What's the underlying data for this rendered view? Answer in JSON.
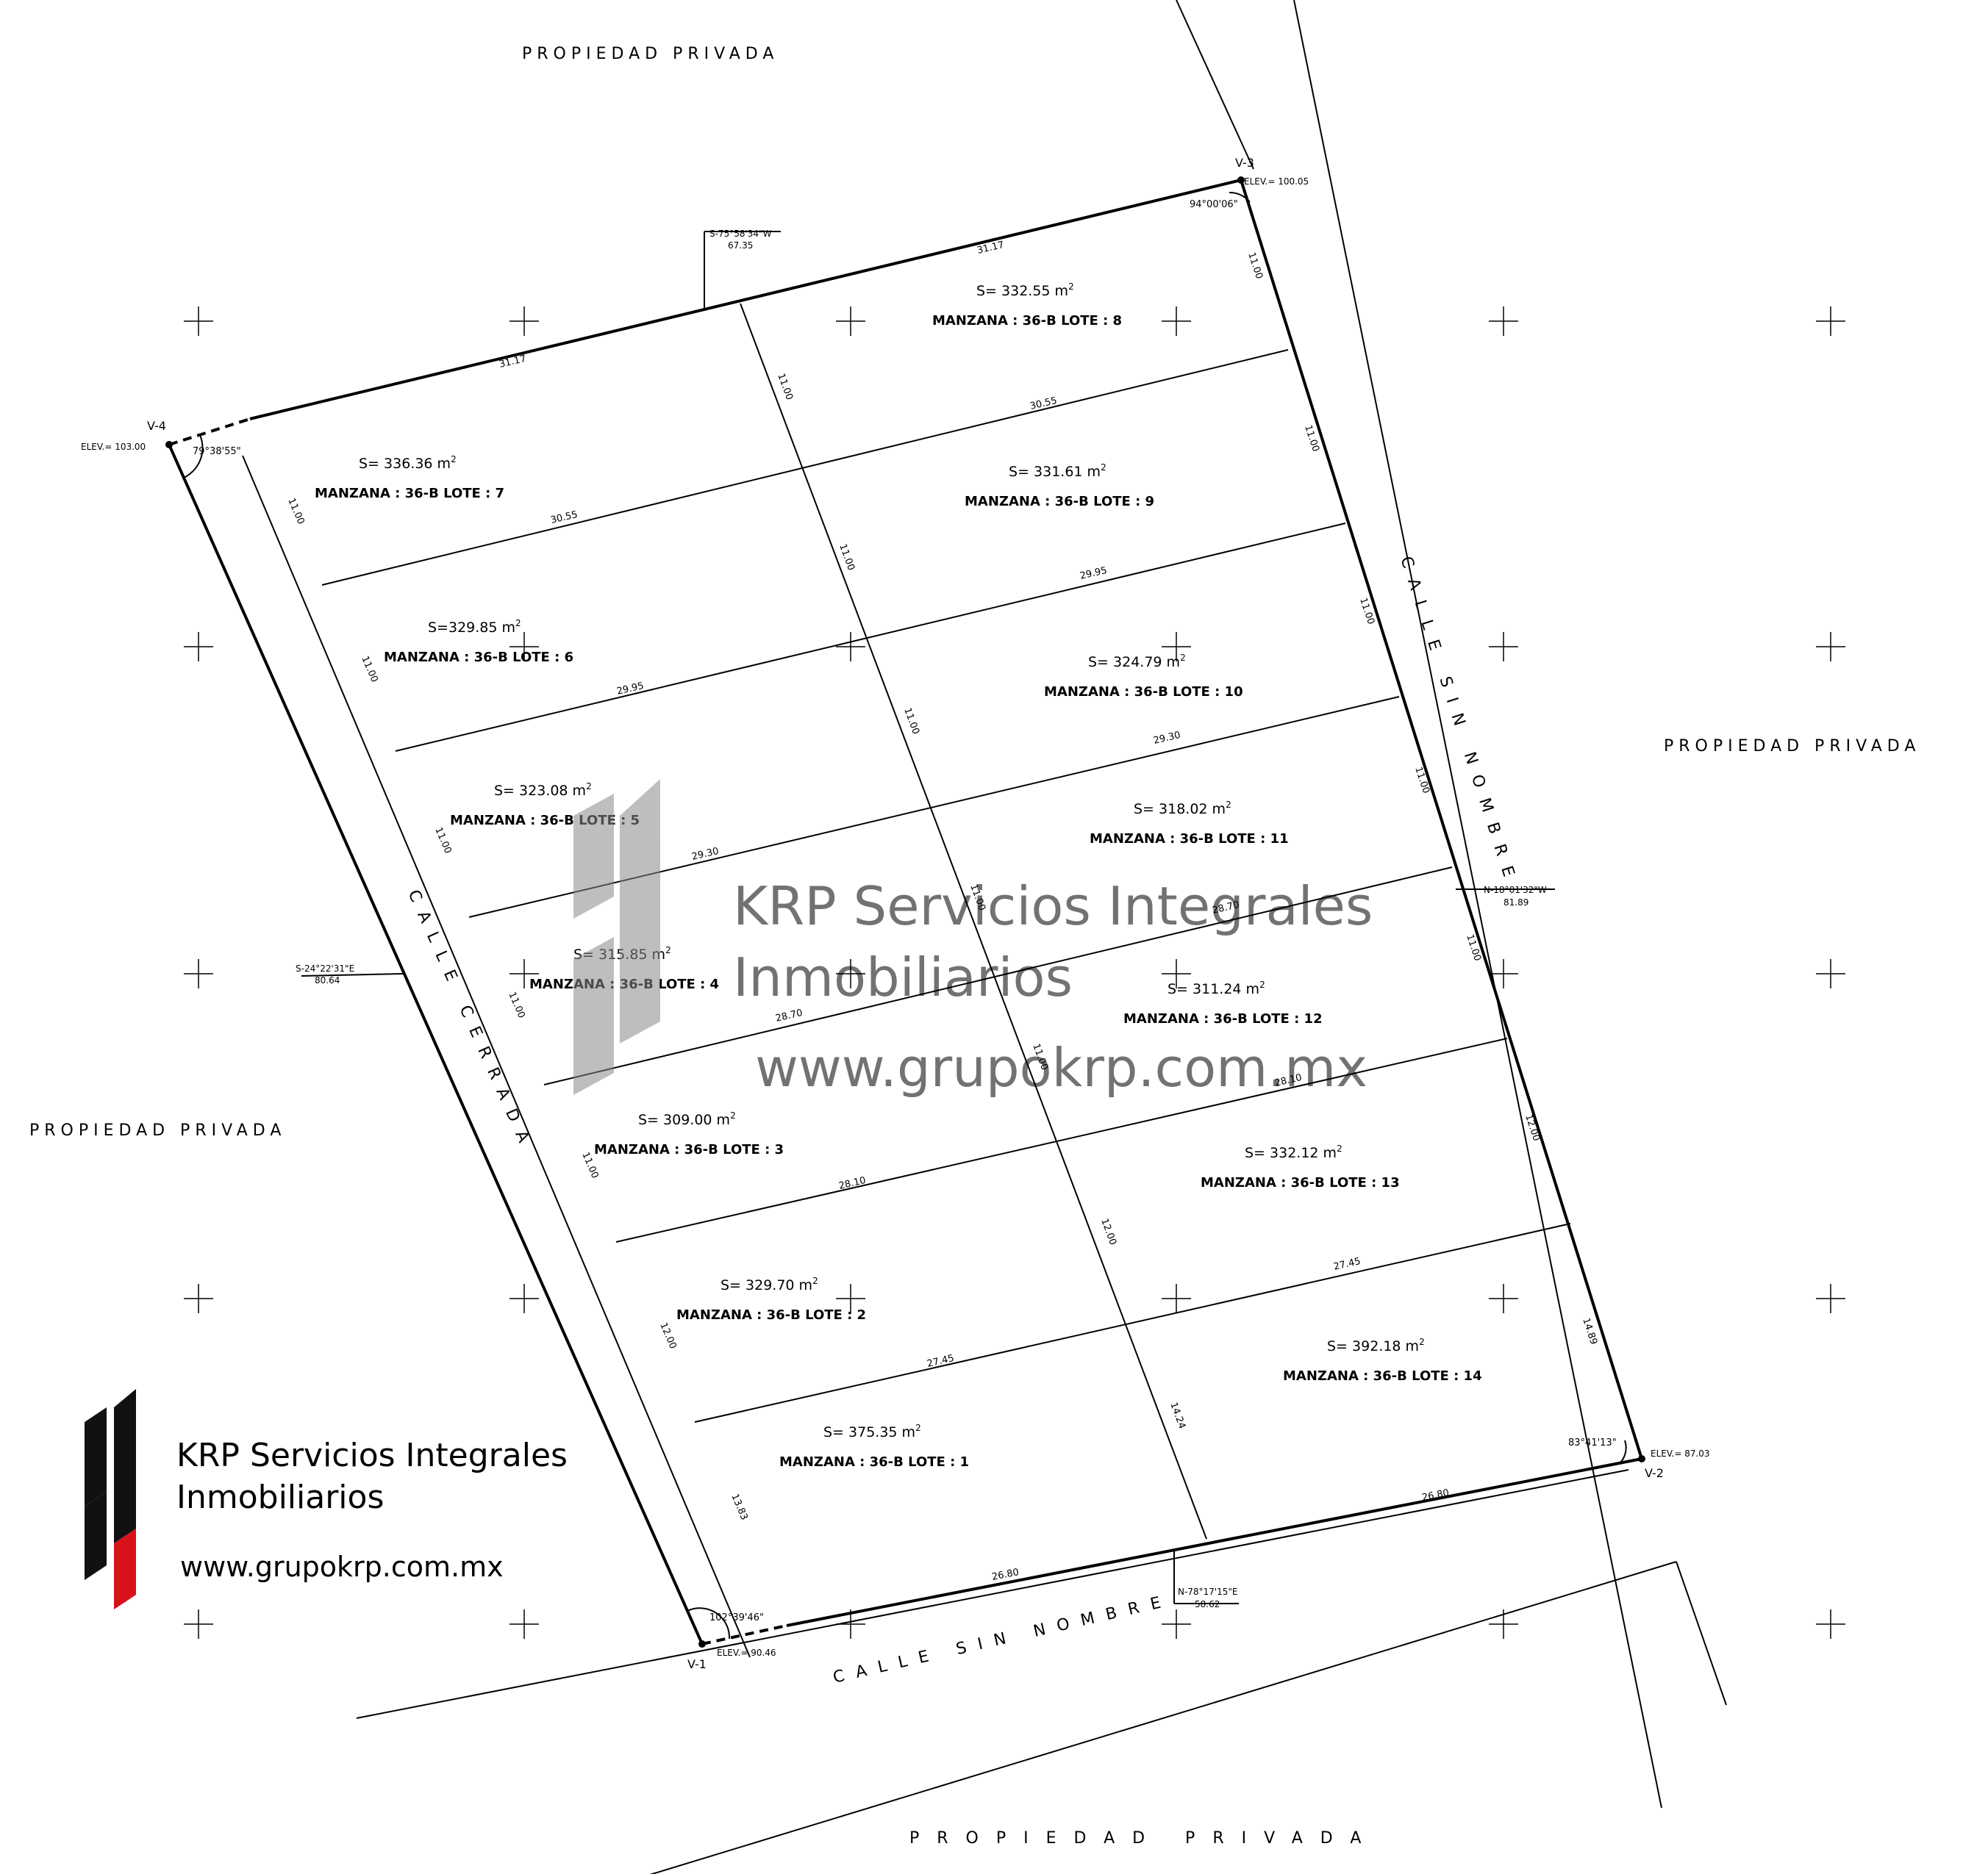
{
  "colors": {
    "line": "#000000",
    "watermark": "#8f8f8f",
    "logo_dark": "#111111",
    "logo_red": "#d8121b"
  },
  "labels": {
    "propiedad_top": "PROPIEDAD PRIVADA",
    "propiedad_left": "PROPIEDAD PRIVADA",
    "propiedad_right": "PROPIEDAD PRIVADA",
    "propiedad_bottom": "PROPIEDAD PRIVADA",
    "calle_cerrada": "CALLE CERRADA",
    "calle_sin_nombre_east": "CALLE SIN NOMBRE",
    "calle_sin_nombre_south": "CALLE SIN NOMBRE"
  },
  "vertices": {
    "v1": {
      "name": "V-1",
      "elev": "ELEV.= 90.46",
      "angle": "102°39'46\""
    },
    "v2": {
      "name": "V-2",
      "elev": "ELEV.= 87.03",
      "angle": "83°41'13\""
    },
    "v3": {
      "name": "V-3",
      "elev": "ELEV.= 100.05",
      "angle": "94°00'06\""
    },
    "v4": {
      "name": "V-4",
      "elev": "ELEV.= 103.00",
      "angle": "79°38'55\""
    }
  },
  "bearings": {
    "north": {
      "bearing": "S-75°58'34\"W",
      "dist": "67.35"
    },
    "west": {
      "bearing": "S-24°22'31\"E",
      "dist": "80.64"
    },
    "east": {
      "bearing": "N-18°01'32\"W",
      "dist": "81.89"
    },
    "south": {
      "bearing": "N-78°17'15\"E",
      "dist": "58.62"
    }
  },
  "lots": [
    {
      "area": "S= 375.35 m",
      "label": "MANZANA : 36-B  LOTE : 1"
    },
    {
      "area": "S= 329.70 m",
      "label": "MANZANA : 36-B  LOTE : 2"
    },
    {
      "area": "S= 309.00 m",
      "label": "MANZANA : 36-B  LOTE : 3"
    },
    {
      "area": "S= 315.85 m",
      "label": "MANZANA : 36-B  LOTE : 4"
    },
    {
      "area": "S= 323.08 m",
      "label": "MANZANA : 36-B  LOTE : 5"
    },
    {
      "area": "S=329.85 m",
      "label": "MANZANA : 36-B  LOTE : 6"
    },
    {
      "area": "S= 336.36 m",
      "label": "MANZANA : 36-B  LOTE : 7"
    },
    {
      "area": "S= 332.55 m",
      "label": "MANZANA : 36-B  LOTE : 8"
    },
    {
      "area": "S= 331.61 m",
      "label": "MANZANA : 36-B  LOTE : 9"
    },
    {
      "area": "S= 324.79 m",
      "label": "MANZANA : 36-B  LOTE : 10"
    },
    {
      "area": "S= 318.02 m",
      "label": "MANZANA : 36-B  LOTE : 11"
    },
    {
      "area": "S= 311.24 m",
      "label": "MANZANA : 36-B  LOTE : 12"
    },
    {
      "area": "S= 332.12 m",
      "label": "MANZANA : 36-B  LOTE : 13"
    },
    {
      "area": "S= 392.18 m",
      "label": "MANZANA : 36-B  LOTE : 14"
    }
  ],
  "area_unit_sup": "2",
  "dims": {
    "north_a": "31.17",
    "north_b": "31.17",
    "south_a": "26.80",
    "south_b": "26.80",
    "d_2955_l": "30.55",
    "d_3055_r": "30.55",
    "d_2995_l": "29.95",
    "d_2995_r": "29.95",
    "d_2930_l": "29.30",
    "d_2930_r": "29.30",
    "d_2870_l": "28.70",
    "d_2870_r": "28.70",
    "d_2810_l": "28.10",
    "d_2810_r": "28.10",
    "d_2745_l": "27.45",
    "d_2745_r": "27.45",
    "w_1100_1": "11.00",
    "w_1100_2": "11.00",
    "w_1100_3": "11.00",
    "w_1100_4": "11.00",
    "w_1100_5": "11.00",
    "w_1200": "12.00",
    "w_1383": "13.83",
    "c_1100_1": "11.00",
    "c_1100_2": "11.00",
    "c_1100_3": "11.00",
    "c_1100_4": "11.00",
    "c_1100_5": "11.00",
    "c_1200": "12.00",
    "c_1424": "14.24",
    "e_1100_1": "11.00",
    "e_1100_2": "11.00",
    "e_1100_3": "11.00",
    "e_1100_4": "11.00",
    "e_1100_5": "11.00",
    "e_1200": "12.00",
    "e_1489": "14.89"
  },
  "watermark": {
    "line1": "KRP Servicios Integrales",
    "line2": "Inmobiliarios",
    "url": "www.grupokrp.com.mx"
  },
  "logo": {
    "line1": "KRP Servicios Integrales",
    "line2": "Inmobiliarios",
    "url": "www.grupokrp.com.mx"
  }
}
